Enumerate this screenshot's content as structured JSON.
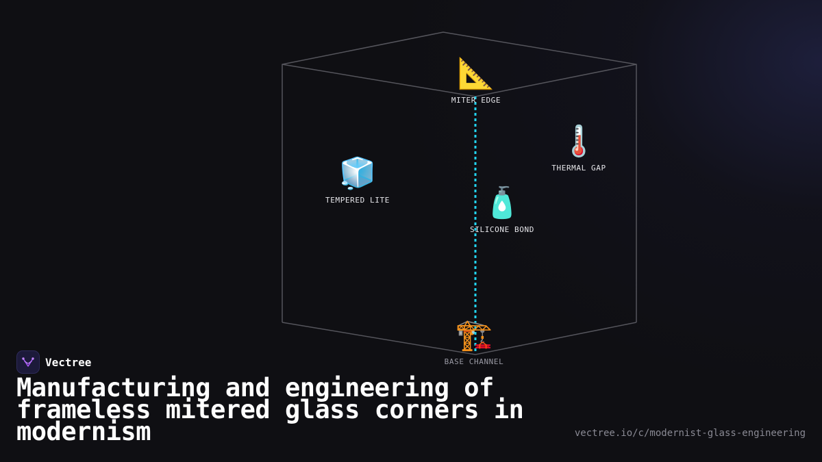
{
  "diagram": {
    "nodes": {
      "miter": {
        "icon": "triangular-ruler-icon",
        "glyph": "📐",
        "label": "MITER EDGE"
      },
      "thermal": {
        "icon": "thermometer-icon",
        "glyph": "🌡️",
        "label": "THERMAL GAP"
      },
      "tempered": {
        "icon": "ice-cube-icon",
        "glyph": "🧊",
        "label": "TEMPERED LITE"
      },
      "silicone": {
        "icon": "lotion-bottle-icon",
        "glyph": "🧴",
        "label": "SILICONE BOND"
      },
      "base": {
        "icon": "construction-crane-icon",
        "glyph": "🏗️",
        "label": "BASE CHANNEL"
      }
    },
    "colors": {
      "frame": "#55555c",
      "axis": "#22d3ee",
      "background": "#0f0f13"
    }
  },
  "brand": {
    "name": "Vectree",
    "logo_icon": "vectree-logo-icon"
  },
  "headline": "Manufacturing and engineering of frameless mitered glass corners in modernism",
  "url": "vectree.io/c/modernist-glass-engineering"
}
